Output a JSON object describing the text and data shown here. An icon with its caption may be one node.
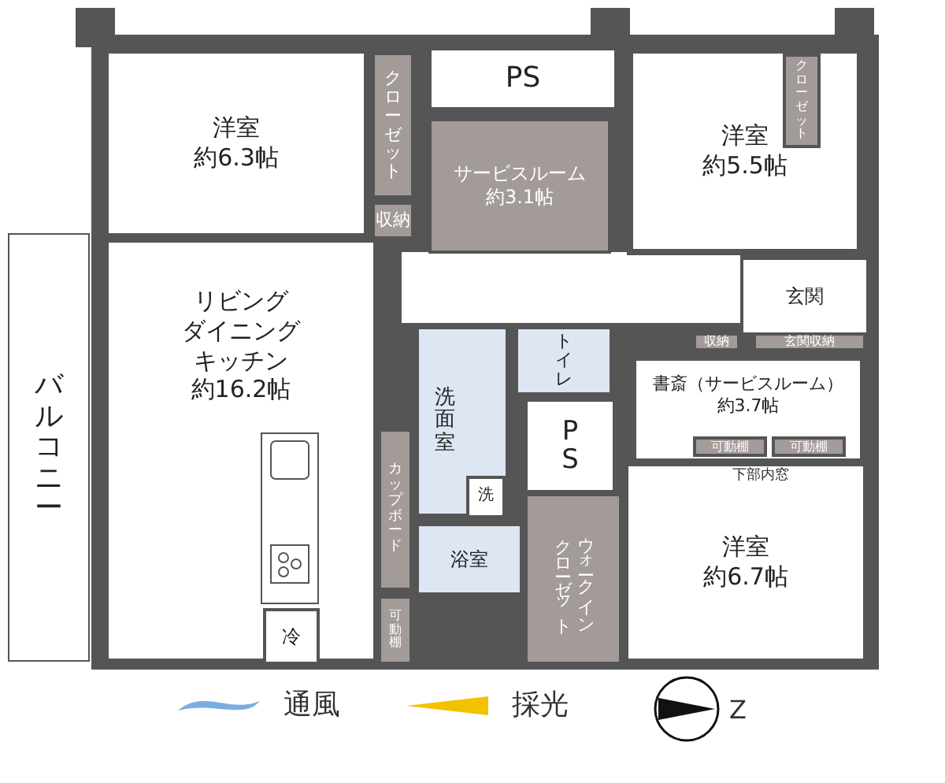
{
  "diagram": {
    "nodes": [
      {
        "text": [
          "洋室約6.3帖"
        ]
      },
      {
        "text": [
          "クローゼット"
        ]
      },
      {
        "text": [
          "PS"
        ]
      },
      {
        "text": [
          "サービスルーム約3.1帖"
        ]
      },
      {
        "text": [
          "洋室約5.5帖"
        ]
      },
      {
        "text": [
          "クローゼット"
        ],
        "in": 4
      },
      {
        "text": [
          "収納"
        ]
      },
      {
        "text": [
          "リビングダイニングキッチン約16.2帖"
        ]
      },
      {
        "text": [
          "玄関"
        ]
      },
      {
        "text": [
          "バルコニー"
        ]
      },
      {
        "text": [
          "収納"
        ]
      },
      {
        "text": [
          "玄関収納"
        ]
      },
      {
        "text": [
          "トイレ"
        ]
      },
      {
        "text": [
          "洗面室"
        ]
      },
      {
        "text": [
          "PS"
        ]
      },
      {
        "text": [
          "書斎（サービスルーム）約3.7帖"
        ]
      },
      {
        "text": [
          "可動棚"
        ],
        "in": 15
      },
      {
        "text": [
          "可動棚"
        ],
        "in": 15
      },
      {
        "text": [
          "洗"
        ],
        "in": 13
      },
      {
        "text": [
          "カップボード"
        ]
      },
      {
        "text": [
          "浴室"
        ]
      },
      {
        "text": [
          "ウォークインクローゼット"
        ]
      },
      {
        "text": [
          "洋室約6.7帖"
        ]
      },
      {
        "text": [
          "冷"
        ],
        "in": 7
      },
      {
        "text": [
          "可動棚"
        ]
      }
    ],
    "edges": [],
    "labels": [
      "下部内窓",
      "Z"
    ],
    "legend": [
      {
        "text": "通風"
      },
      {
        "text": "採光"
      }
    ]
  }
}
